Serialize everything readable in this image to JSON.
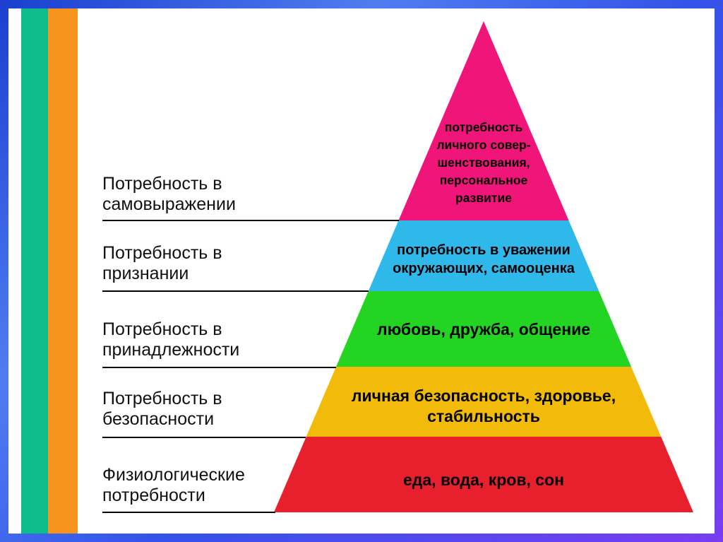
{
  "labels": [
    {
      "text": "Потребность в\nсамовыражении"
    },
    {
      "text": "Потребность в\nпризнании"
    },
    {
      "text": "Потребность в\nпринадлежности"
    },
    {
      "text": "Потребность в\nбезопасности"
    },
    {
      "text": "Физиологические\nпотребности"
    }
  ],
  "pyramid": {
    "levels": [
      {
        "name": "self-actualization",
        "color": "#EF1579",
        "text": "потребность\nличного совер-\nшенствования,\nперсональное\nразвитие"
      },
      {
        "name": "esteem",
        "color": "#2FB8EA",
        "text": "потребность в уважении\nокружающих, самооценка"
      },
      {
        "name": "belonging",
        "color": "#23D423",
        "text": "любовь, дружба, общение"
      },
      {
        "name": "safety",
        "color": "#F3BB09",
        "text": "личная безопасность, здоровье,\nстабильность"
      },
      {
        "name": "physiological",
        "color": "#E8202D",
        "text": "еда, вода, кров, сон"
      }
    ]
  },
  "decor": {
    "stripe_teal": "#0FBD8C",
    "stripe_orange": "#F7941D",
    "line_color": "#000000"
  }
}
